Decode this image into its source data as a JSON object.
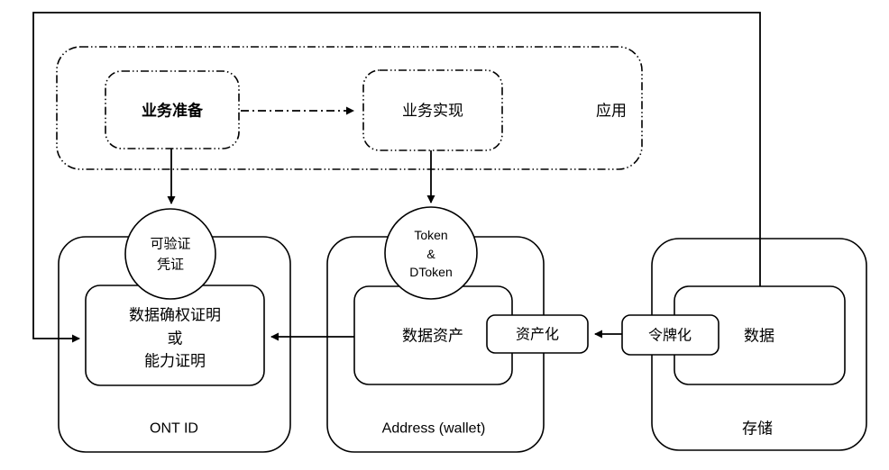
{
  "colors": {
    "stroke": "#000000",
    "background": "#ffffff",
    "text": "#000000"
  },
  "app_layer": {
    "label": "应用",
    "biz_prep": "业务准备",
    "biz_impl": "业务实现"
  },
  "circles": {
    "verifiable_credential": {
      "line1": "可验证",
      "line2": "凭证"
    },
    "token": {
      "line1": "Token",
      "line2": "&",
      "line3": "DToken"
    }
  },
  "ont_id": {
    "label": "ONT ID",
    "proof_line1": "数据确权证明",
    "proof_line2": "或",
    "proof_line3": "能力证明"
  },
  "wallet": {
    "label": "Address (wallet)",
    "asset": "数据资产"
  },
  "storage": {
    "label": "存储",
    "data": "数据"
  },
  "transforms": {
    "assetize": "资产化",
    "tokenize": "令牌化"
  }
}
